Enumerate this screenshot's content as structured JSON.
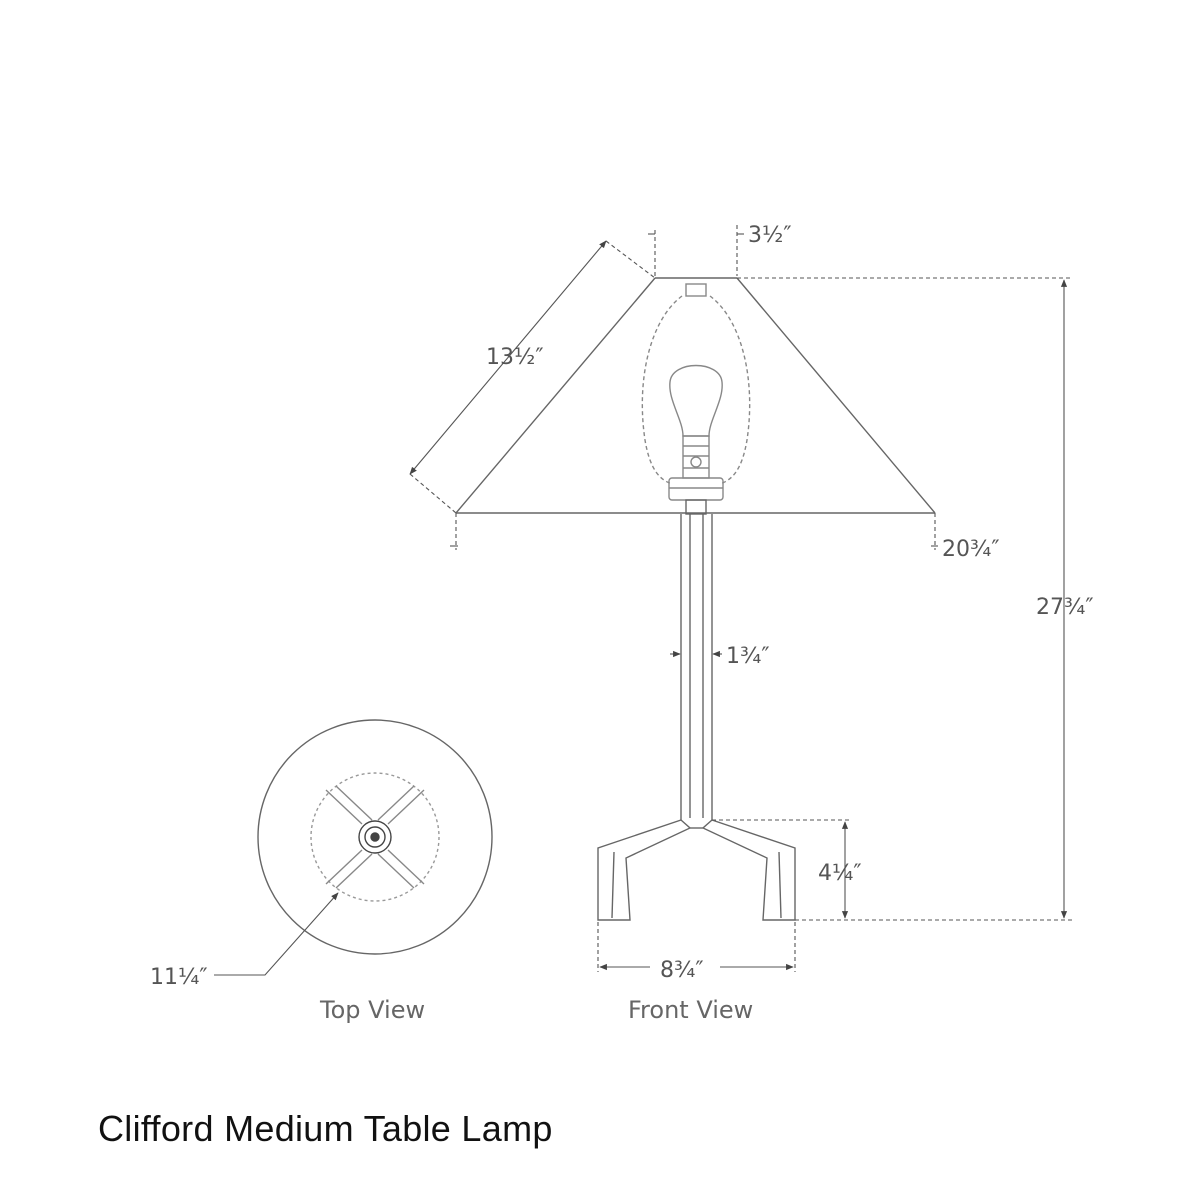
{
  "product": {
    "title": "Clifford Medium Table Lamp"
  },
  "views": {
    "top_view_label": "Top View",
    "front_view_label": "Front View"
  },
  "dimensions": {
    "shade_top_width": "3½″",
    "shade_slant_height": "13½″",
    "shade_bottom_width": "20¾″",
    "overall_height": "27¾″",
    "stem_width": "1¾″",
    "base_height": "4¼″",
    "base_width": "8¾″",
    "base_diameter": "11¼″"
  },
  "colors": {
    "line": "#666666",
    "text": "#555555",
    "title": "#111111"
  }
}
